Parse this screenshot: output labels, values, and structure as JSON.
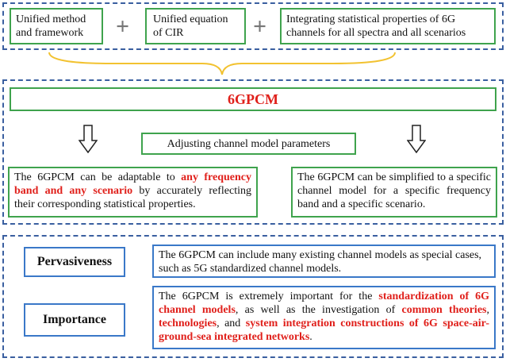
{
  "top": {
    "box1": {
      "line1": "Unified method",
      "line2": "and framework"
    },
    "box2": {
      "line1": "Unified equation",
      "line2": "of CIR"
    },
    "box3": {
      "line1": "Integrating statistical properties of 6G",
      "line2": "channels for all spectra and all scenarios"
    },
    "plus": "+"
  },
  "middle": {
    "title": "6GPCM",
    "adjust": "Adjusting channel model parameters",
    "left": {
      "t1": "The 6GPCM can be adaptable to ",
      "r1": "any frequency band and any scenario",
      "t2": " by accurately reflecting their corresponding statistical properties."
    },
    "right": {
      "text": "The 6GPCM can be simplified to a specific channel model for a specific frequency band and a specific scenario."
    }
  },
  "bottom": {
    "pervasiveness": {
      "label": "Pervasiveness",
      "text": "The 6GPCM can include many existing channel models as special cases, such as 5G standardized channel models."
    },
    "importance": {
      "label": "Importance",
      "t1": "The 6GPCM is extremely important for the ",
      "r1": "standardization of 6G channel models",
      "t2": ", as well as the investigation of ",
      "r2": "common theories",
      "t3": ", ",
      "r3": "technologies",
      "t4": ", and ",
      "r4": "system integration constructions of 6G space-air-ground-sea integrated networks",
      "t5": "."
    }
  },
  "colors": {
    "green": "#3fa34d",
    "blue": "#3a78c8",
    "dash": "#3a5fa0",
    "red": "#e0201b",
    "brace": "#f2c230"
  }
}
